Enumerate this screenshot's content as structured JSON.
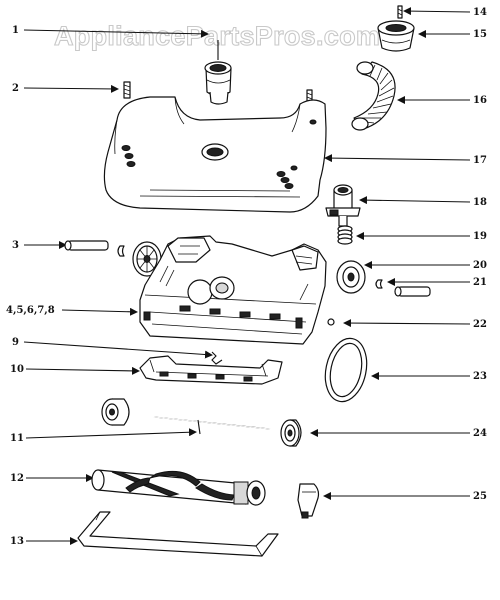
{
  "watermark": "AppliancePartsPros.com",
  "labels": {
    "l1": "1",
    "l2": "2",
    "l3": "3",
    "l4": "4,5,6,7,8",
    "l9": "9",
    "l10": "10",
    "l11": "11",
    "l12": "12",
    "l13": "13",
    "l14": "14",
    "l15": "15",
    "l16": "16",
    "l17": "17",
    "l18": "18",
    "l19": "19",
    "l20": "20",
    "l21": "21",
    "l22": "22",
    "l23": "23",
    "l24": "24",
    "l25": "25"
  }
}
